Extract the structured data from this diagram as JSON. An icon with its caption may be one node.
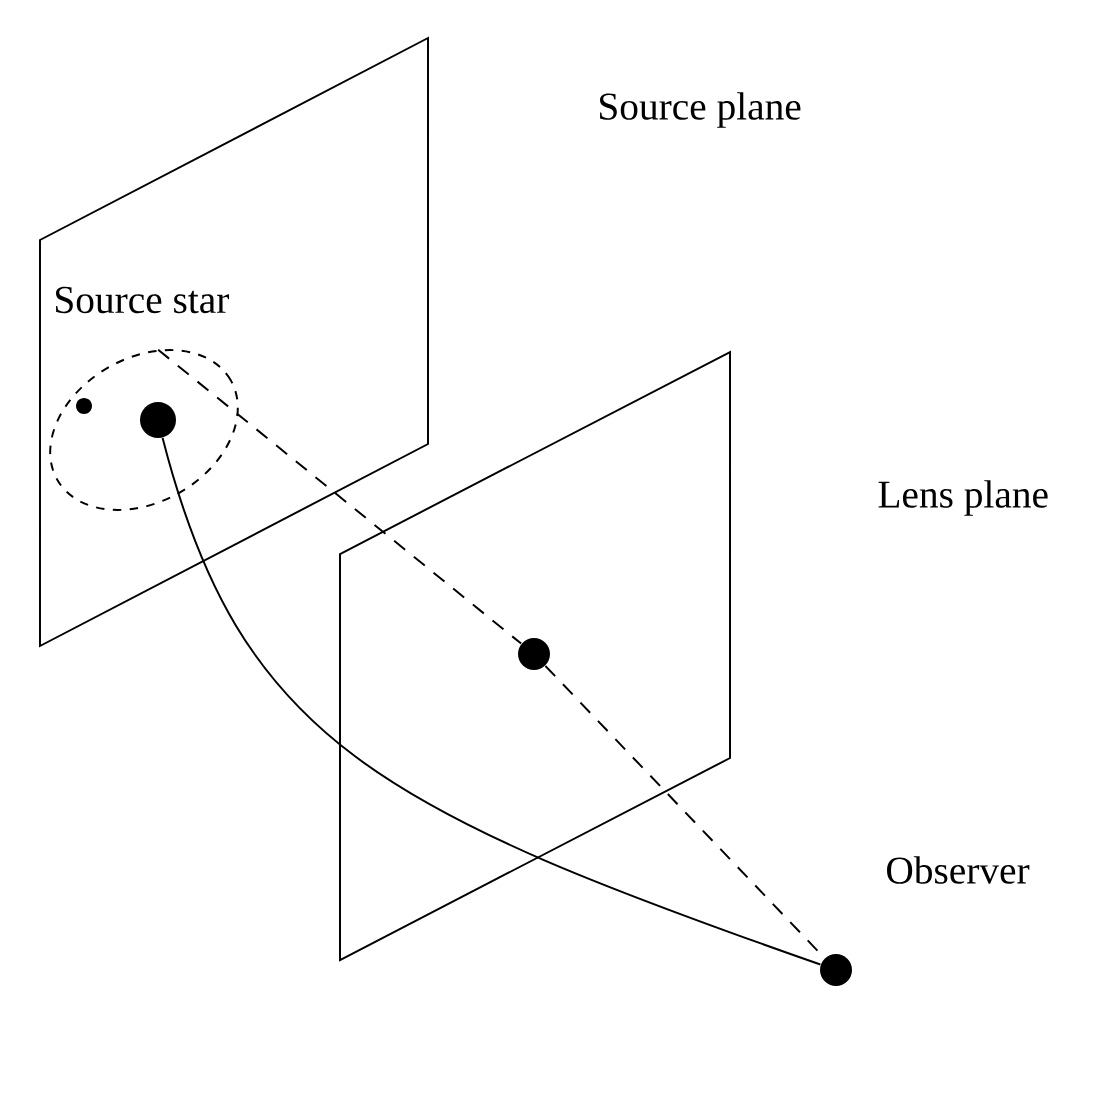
{
  "diagram": {
    "nodes": [
      {
        "text": [
          "Source plane"
        ]
      },
      {
        "text": [],
        "shape": "ellipse",
        "in": 0
      },
      {
        "text": [],
        "shape": "circle",
        "in": 1
      },
      {
        "text": [],
        "shape": "circle",
        "in": 1,
        "beside": [
          "Source star"
        ]
      },
      {
        "text": [
          "Lens plane"
        ]
      },
      {
        "text": [],
        "shape": "circle",
        "in": 4
      },
      {
        "text": [],
        "shape": "circle",
        "beside": [
          "Observer"
        ]
      }
    ],
    "edges": [
      {
        "from": 3,
        "to": 6,
        "arrow": "none"
      },
      {
        "from": 1,
        "to": 5,
        "arrow": "none",
        "style": "dashed"
      },
      {
        "from": 5,
        "to": 6,
        "arrow": "none",
        "style": "dashed"
      }
    ]
  }
}
